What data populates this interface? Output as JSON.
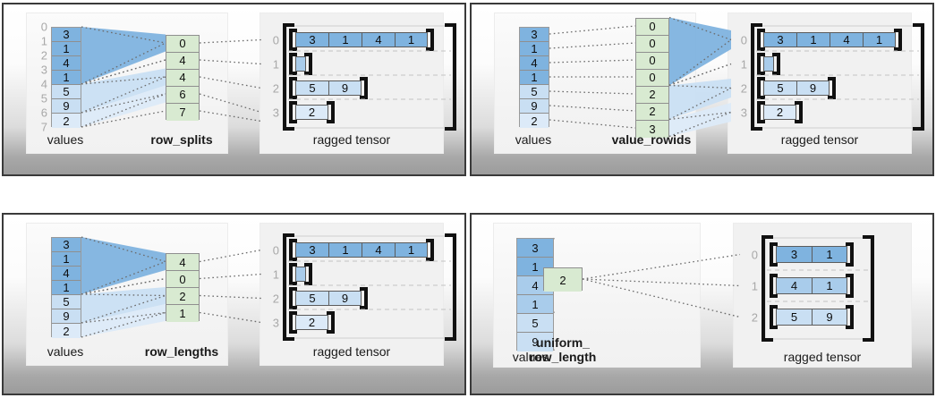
{
  "figure": {
    "title_visible": false,
    "colors": {
      "value_blue_dark": "#7FB3DF",
      "value_blue_mid": "#A9CCEB",
      "value_blue_light": "#C9DFF3",
      "value_blue_lighter": "#DCEAF8",
      "param_green": "#D8EAD1",
      "panel_border": "#3a3a3a",
      "card_bg": "#f2f2f2",
      "index_gray": "#a8a8a8",
      "bracket_black": "#111111",
      "dotted_gray": "#6b6b6b"
    }
  },
  "panels": [
    {
      "id": "row-splits",
      "values_label": "values",
      "param_label": "row_splits",
      "param_label_bold": true,
      "tensor_label": "ragged tensor",
      "values": [
        "3",
        "1",
        "4",
        "1",
        "5",
        "9",
        "2"
      ],
      "value_tints": [
        0,
        0,
        0,
        0,
        2,
        2,
        3
      ],
      "value_index_labels": [
        "0",
        "1",
        "2",
        "3",
        "4",
        "5",
        "6",
        "7"
      ],
      "show_value_indices": true,
      "param_values": [
        "0",
        "4",
        "4",
        "6",
        "7"
      ],
      "tensor_rows": [
        {
          "index": "0",
          "cells": [
            "3",
            "1",
            "4",
            "1"
          ],
          "tint": 0
        },
        {
          "index": "1",
          "cells": [],
          "tint": 1,
          "empty_stub": true
        },
        {
          "index": "2",
          "cells": [
            "5",
            "9"
          ],
          "tint": 2
        },
        {
          "index": "3",
          "cells": [
            "2"
          ],
          "tint": 3
        }
      ],
      "fan_direction": "values-to-param"
    },
    {
      "id": "value-rowids",
      "values_label": "values",
      "param_label": "value_rowids",
      "param_label_bold": true,
      "tensor_label": "ragged tensor",
      "values": [
        "3",
        "1",
        "4",
        "1",
        "5",
        "9",
        "2"
      ],
      "value_tints": [
        0,
        0,
        0,
        0,
        2,
        2,
        3
      ],
      "value_index_labels": [],
      "show_value_indices": false,
      "param_values": [
        "0",
        "0",
        "0",
        "0",
        "2",
        "2",
        "3"
      ],
      "tensor_rows": [
        {
          "index": "0",
          "cells": [
            "3",
            "1",
            "4",
            "1"
          ],
          "tint": 0
        },
        {
          "index": "1",
          "cells": [],
          "tint": 1,
          "empty_stub": true
        },
        {
          "index": "2",
          "cells": [
            "5",
            "9"
          ],
          "tint": 2
        },
        {
          "index": "3",
          "cells": [
            "2"
          ],
          "tint": 3
        }
      ],
      "fan_direction": "param-to-tensor"
    },
    {
      "id": "row-lengths",
      "values_label": "values",
      "param_label": "row_lengths",
      "param_label_bold": true,
      "tensor_label": "ragged tensor",
      "values": [
        "3",
        "1",
        "4",
        "1",
        "5",
        "9",
        "2"
      ],
      "value_tints": [
        0,
        0,
        0,
        0,
        2,
        2,
        3
      ],
      "value_index_labels": [],
      "show_value_indices": false,
      "param_values": [
        "4",
        "0",
        "2",
        "1"
      ],
      "tensor_rows": [
        {
          "index": "0",
          "cells": [
            "3",
            "1",
            "4",
            "1"
          ],
          "tint": 0
        },
        {
          "index": "1",
          "cells": [],
          "tint": 1,
          "empty_stub": true
        },
        {
          "index": "2",
          "cells": [
            "5",
            "9"
          ],
          "tint": 2
        },
        {
          "index": "3",
          "cells": [
            "2"
          ],
          "tint": 3
        }
      ],
      "fan_direction": "values-to-param"
    },
    {
      "id": "uniform-row-length",
      "values_label": "values",
      "param_label_lines": [
        "uniform_",
        "row_length"
      ],
      "param_label": "uniform_ row_length",
      "param_label_bold": true,
      "tensor_label": "ragged tensor",
      "values": [
        "3",
        "1",
        "4",
        "1",
        "5",
        "9"
      ],
      "value_tints": [
        0,
        0,
        1,
        1,
        2,
        2
      ],
      "value_index_labels": [],
      "show_value_indices": false,
      "param_values": [
        "2"
      ],
      "tensor_rows": [
        {
          "index": "0",
          "cells": [
            "3",
            "1"
          ],
          "tint": 0
        },
        {
          "index": "1",
          "cells": [
            "4",
            "1"
          ],
          "tint": 1
        },
        {
          "index": "2",
          "cells": [
            "5",
            "9"
          ],
          "tint": 2
        }
      ],
      "fan_direction": "values-to-param-single"
    }
  ]
}
